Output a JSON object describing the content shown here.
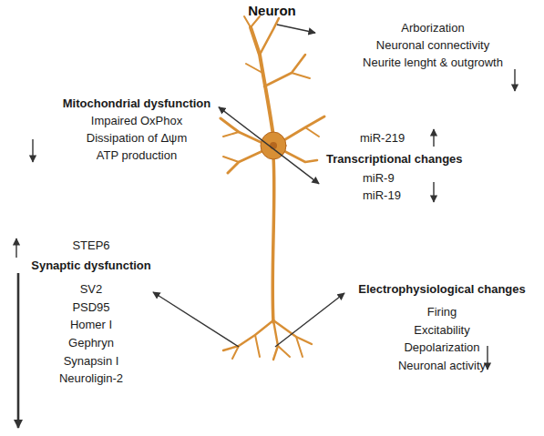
{
  "diagram": {
    "title": "Neuron",
    "nodes": [
      {
        "text": [
          "Arborization",
          "Neuronal connectivity",
          "Neurite lenght & outgrowth"
        ]
      },
      {
        "text": [
          "Mitochondrial dysfunction",
          "Impaired OxPhox",
          "Dissipation of Δψm",
          "ATP production"
        ]
      },
      {
        "text": [
          "miR-219",
          "Transcriptional changes",
          "miR-9",
          "miR-19"
        ]
      },
      {
        "text": [
          "STEP6",
          "Synaptic dysfunction",
          "SV2",
          "PSD95",
          "Homer I",
          "Gephryn",
          "Synapsin I",
          "Neuroligin-2"
        ]
      },
      {
        "text": [
          "Electrophysiological changes",
          "Firing",
          "Excitability",
          "Depolarization",
          "Neuronal activity"
        ]
      }
    ],
    "edges": [
      {
        "from": 1,
        "to": 2,
        "arrow": "both"
      }
    ]
  }
}
